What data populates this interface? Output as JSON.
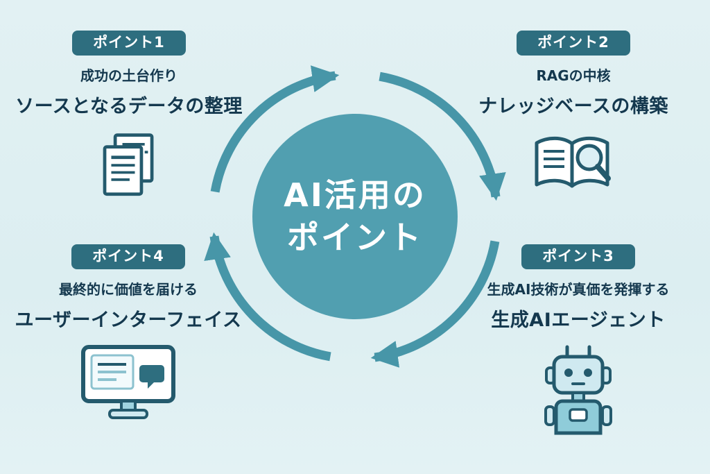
{
  "center": {
    "line1": "AI活用の",
    "line2": "ポイント"
  },
  "points": [
    {
      "badge": "ポイント1",
      "subtitle": "成功の土台作り",
      "title": "ソースとなるデータの整理",
      "icon": "documents-icon"
    },
    {
      "badge": "ポイント2",
      "subtitle": "RAGの中核",
      "title": "ナレッジベースの構築",
      "icon": "book-magnifier-icon"
    },
    {
      "badge": "ポイント3",
      "subtitle": "生成AI技術が真価を発揮する",
      "title": "生成AIエージェント",
      "icon": "robot-icon"
    },
    {
      "badge": "ポイント4",
      "subtitle": "最終的に価値を届ける",
      "title": "ユーザーインターフェイス",
      "icon": "monitor-chat-icon"
    }
  ],
  "colors": {
    "background": "#dff0f2",
    "badge_background": "#2e6e7f",
    "center_circle": "#519fb0",
    "arrow_ring": "#4796a8",
    "text_dark": "#14384e",
    "icon_stroke": "#245a6d",
    "icon_light_fill": "#cfe9f0",
    "text_on_dark": "#ffffff"
  }
}
